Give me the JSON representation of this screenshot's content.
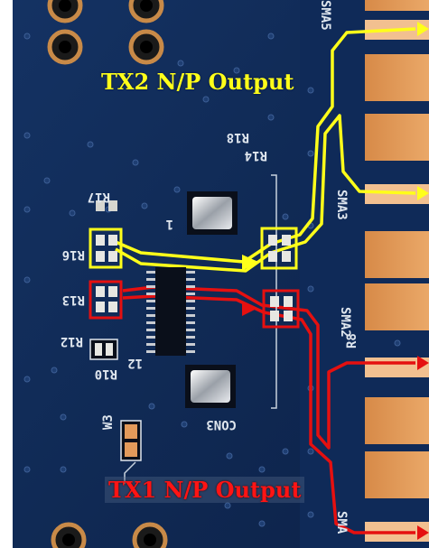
{
  "labels": {
    "tx2_output": "TX2 N/P Output",
    "tx1_output": "TX1 N/P Output"
  },
  "silkscreen": {
    "r18": "R18",
    "r14": "R14",
    "r17": "R17",
    "r16": "R16",
    "r13": "R13",
    "r12": "R12",
    "r10": "R10",
    "r8": "R8",
    "w3": "W3",
    "con3": "CON3",
    "pin1": "1",
    "pin12": "12",
    "sma5": "SMA5",
    "sma3": "SMA3",
    "sma2": "SMA2",
    "sma1": "SMA"
  },
  "colors": {
    "board": "#102a55",
    "tx2_trace": "#ffff1a",
    "tx1_trace": "#e51010",
    "sma_pad": "#e39a5a",
    "silkscreen": "#dfe6ee",
    "copper_ring": "#c88a48"
  }
}
